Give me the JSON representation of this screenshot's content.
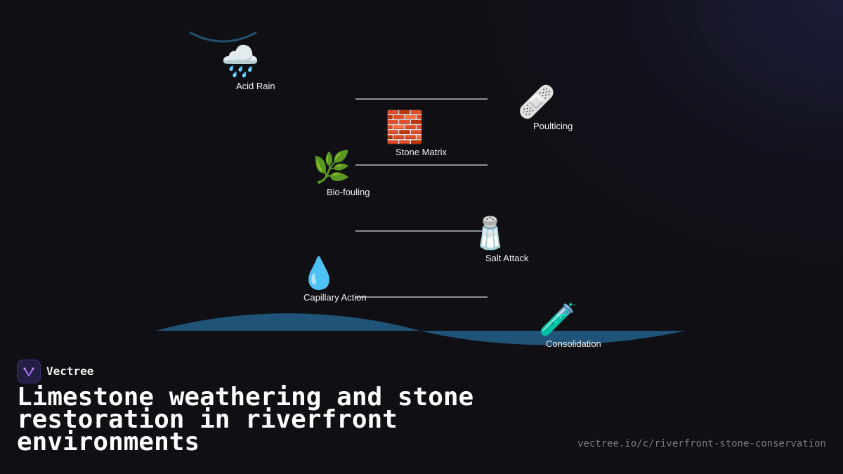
{
  "title": "Limestone weathering and stone restoration in riverfront environments",
  "brand": {
    "name": "Vectree",
    "logo_icon": "vectree-logo-icon"
  },
  "url": "vectree.io/c/riverfront-stone-conservation",
  "colors": {
    "background": "#0f0f14",
    "water": "#1f5478",
    "shelf_line": "#8a9097",
    "accent": "#8b5cf6"
  },
  "nodes": [
    {
      "id": "acid-rain",
      "label": "Acid Rain",
      "icon": "rain-cloud-icon",
      "glyph": "🌧️"
    },
    {
      "id": "poulticing",
      "label": "Poulticing",
      "icon": "bandage-icon",
      "glyph": "🩹"
    },
    {
      "id": "stone-matrix",
      "label": "Stone Matrix",
      "icon": "brick-icon",
      "glyph": "🧱"
    },
    {
      "id": "bio-fouling",
      "label": "Bio-fouling",
      "icon": "herb-icon",
      "glyph": "🌿"
    },
    {
      "id": "salt-attack",
      "label": "Salt Attack",
      "icon": "salt-shaker-icon",
      "glyph": "🧂"
    },
    {
      "id": "capillary-action",
      "label": "Capillary Action",
      "icon": "droplet-icon",
      "glyph": "💧"
    },
    {
      "id": "consolidation",
      "label": "Consolidation",
      "icon": "test-tube-icon",
      "glyph": "🧪"
    }
  ]
}
